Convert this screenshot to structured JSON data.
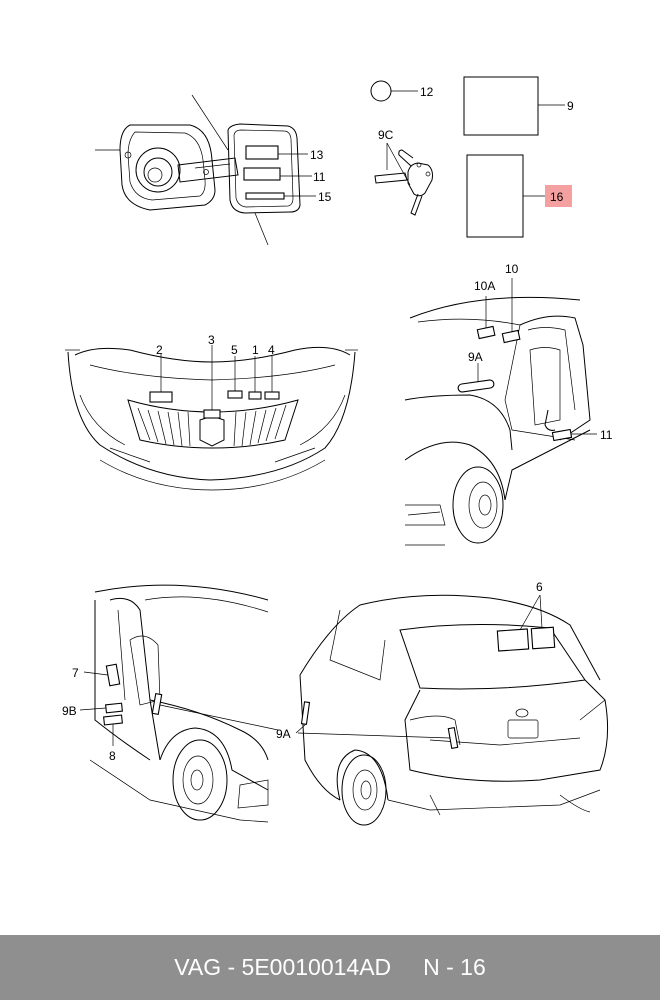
{
  "diagram": {
    "callouts": {
      "c12": "12",
      "c9": "9",
      "c9c": "9C",
      "c16": "16",
      "c13": "13",
      "c11_fuel": "11",
      "c15": "15",
      "c2": "2",
      "c3": "3",
      "c5": "5",
      "c1": "1",
      "c4": "4",
      "c10a": "10A",
      "c10": "10",
      "c9a_side": "9A",
      "c11_sill": "11",
      "c7": "7",
      "c9b": "9B",
      "c8": "8",
      "c9a_rear": "9A",
      "c6": "6"
    },
    "highlight_color": "#f4a0a0"
  },
  "footer": {
    "brand": "VAG",
    "separator": " - ",
    "part_number": "5E0010014AD",
    "gap": "     ",
    "position_label": "N - 16"
  }
}
